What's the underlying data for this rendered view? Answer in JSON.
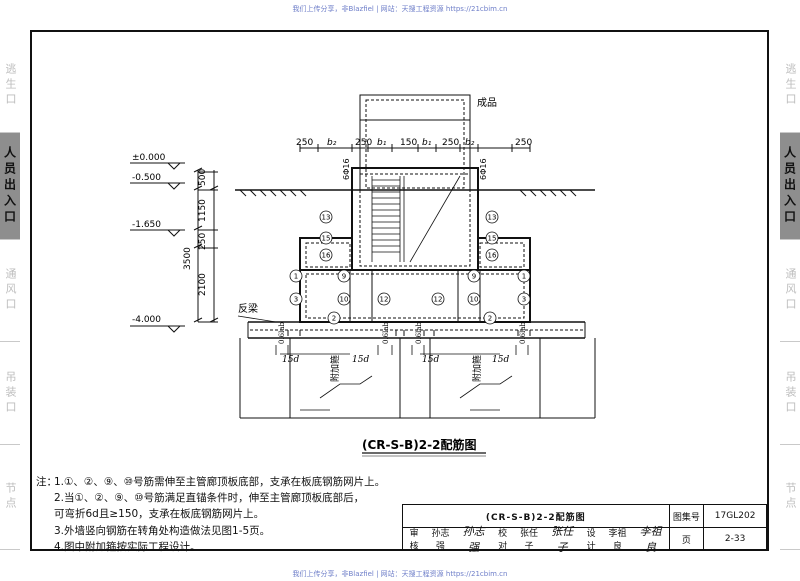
{
  "watermark": "我们上传分享，非Blazfiel | 网站：天搜工程资源 https://21cbim.cn",
  "tabs_left": [
    {
      "label": "逃生口",
      "active": false
    },
    {
      "label": "人员出入口",
      "active": true
    },
    {
      "label": "通风口",
      "active": false
    },
    {
      "label": "吊装口",
      "active": false
    },
    {
      "label": "节点",
      "active": false
    }
  ],
  "tabs_right": [
    {
      "label": "逃生口",
      "active": false
    },
    {
      "label": "人员出入口",
      "active": true
    },
    {
      "label": "通风口",
      "active": false
    },
    {
      "label": "吊装口",
      "active": false
    },
    {
      "label": "节点",
      "active": false
    }
  ],
  "drawing": {
    "caption": "(CR-S-B)2-2配筋图",
    "product_label": "成品",
    "beam_label": "反梁",
    "extra_rebar_label": "附加箍",
    "elevations": [
      "±0.000",
      "-0.500",
      "-1.650",
      "-4.000"
    ],
    "vertical_dims": [
      "500",
      "1150",
      "250",
      "3500",
      "2100"
    ],
    "top_dims": [
      "250",
      "b₂",
      "250",
      "b₁",
      "150",
      "b₁",
      "250",
      "b₂",
      "250"
    ],
    "rebar_top_left": "6Φ16",
    "rebar_top_right": "6Φ16",
    "anchor_len": "15d",
    "anchor_v": "0.6lab",
    "bar_marks_left": [
      "13",
      "15",
      "16",
      "1",
      "9",
      "3",
      "10",
      "12",
      "2"
    ],
    "bar_marks_right": [
      "13",
      "15",
      "16",
      "1",
      "9",
      "3",
      "10",
      "12",
      "2"
    ]
  },
  "notes": {
    "label": "注：",
    "lines": [
      "1.①、②、⑨、⑩号筋需伸至主管廊顶板底部，支承在板底钢筋网片上。",
      "2.当①、②、⑨、⑩号筋满足直锚条件时，伸至主管廊顶板底部后，",
      "    可弯折6d且≥150，支承在板底钢筋网片上。",
      "3.外墙竖向钢筋在转角处构造做法见图1-5页。",
      "4.图中附加箍按实际工程设计。"
    ]
  },
  "title_block": {
    "title": "(CR-S-B)2-2配筋图",
    "atlas_label": "图集号",
    "atlas_no": "17GL202",
    "page_label": "页",
    "page_no": "2-33",
    "review_label": "审核",
    "reviewer": "孙志强",
    "reviewer_sig": "孙志强",
    "check_label": "校对",
    "checker": "张任子",
    "checker_sig": "张任子",
    "design_label": "设计",
    "designer": "李祖良",
    "designer_sig": "李祖良"
  }
}
